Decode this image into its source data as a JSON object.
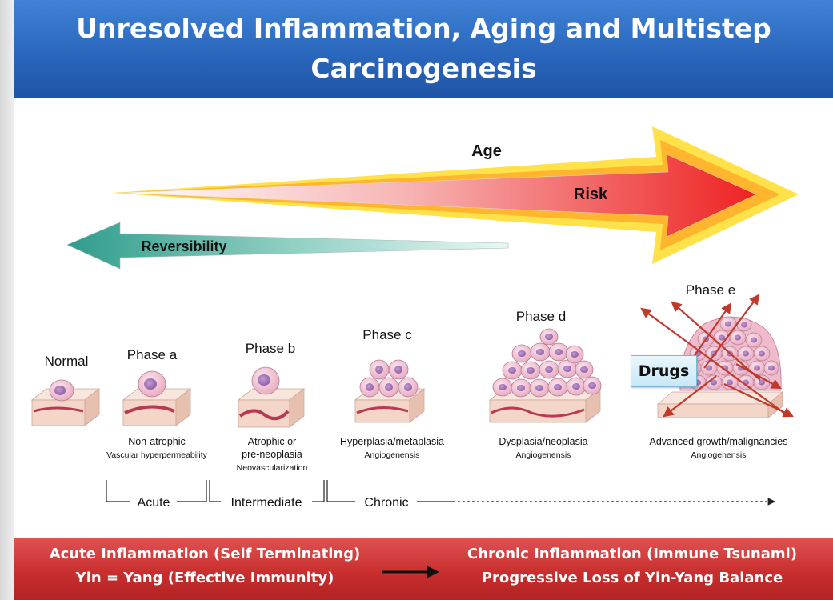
{
  "title": {
    "line1": "Unresolved Inflammation, Aging and Multistep",
    "line2": "Carcinogenesis"
  },
  "arrows": {
    "age": "Age",
    "risk": "Risk",
    "reversibility": "Reversibility"
  },
  "phases": [
    {
      "name": "Normal",
      "desc": [],
      "sub": []
    },
    {
      "name": "Phase a",
      "desc": [
        "Non-atrophic"
      ],
      "sub": [
        "Vascular hyperpermeability"
      ]
    },
    {
      "name": "Phase b",
      "desc": [
        "Atrophic or",
        "pre-neoplasia"
      ],
      "sub": [
        "Neovascularization"
      ]
    },
    {
      "name": "Phase c",
      "desc": [
        "Hyperplasia/metaplasia"
      ],
      "sub": [
        "Angiogenensis"
      ]
    },
    {
      "name": "Phase d",
      "desc": [
        "Dysplasia/neoplasia"
      ],
      "sub": [
        "Angiogenensis"
      ]
    },
    {
      "name": "Phase e",
      "desc": [
        "Advanced growth/malignancies"
      ],
      "sub": [
        "Angiogenensis"
      ]
    }
  ],
  "drugs_label": "Drugs",
  "timeline": {
    "acute": "Acute",
    "intermediate": "Intermediate",
    "chronic": "Chronic"
  },
  "bottom": {
    "left_line1": "Acute Inflammation (Self Terminating)",
    "left_line2": "Yin = Yang (Effective Immunity)",
    "right_line1": "Chronic Inflammation (Immune Tsunami)",
    "right_line2": "Progressive Loss of Yin-Yang Balance"
  },
  "colors": {
    "title_bg": "#2a67bd",
    "bottom_bg": "#c92f2f",
    "risk_arrow": "#ee2a2a",
    "reversibility_arrow": "#2f9c8c",
    "cell_fill": "#f3c7d6",
    "nucleus": "#9a6ab0",
    "drug_arrows": "#c0392b"
  }
}
